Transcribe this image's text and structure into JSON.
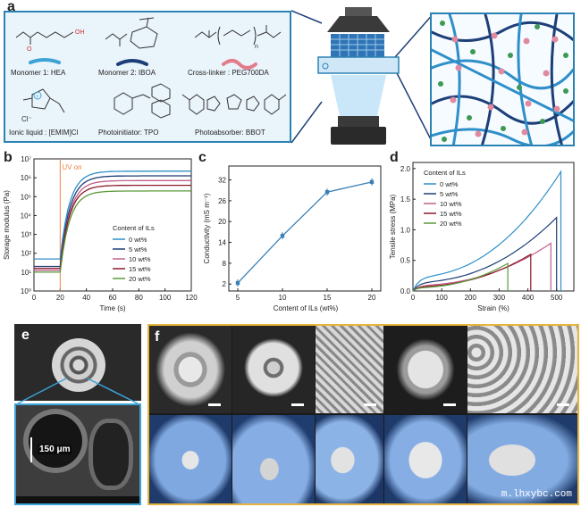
{
  "panels": {
    "a": "a",
    "b": "b",
    "c": "c",
    "d": "d",
    "e": "e",
    "f": "f"
  },
  "panel_a": {
    "monomer1": "Monomer 1: HEA",
    "monomer2": "Monomer 2: IBOA",
    "crosslinker": "Cross-linker : PEG700DA",
    "ionic_liquid": "Ionic liquid : [EMIM]Cl",
    "photoinitiator": "Photoinitiator: TPO",
    "photoabsorber": "Photoabsorber: BBOT",
    "chloride": "Cl⁻",
    "repeat_n": "n"
  },
  "chart_b": {
    "type": "line",
    "ylabel": "Storage modulus (Pa)",
    "xlabel": "Time (s)",
    "annotation": "UV on",
    "legend_title": "Content of ILs",
    "xlim": [
      0,
      120
    ],
    "ylim_log10": [
      0,
      7
    ],
    "x_ticks": [
      "0",
      "20",
      "40",
      "60",
      "80",
      "100",
      "120"
    ],
    "y_ticks": [
      "10⁰",
      "10¹",
      "10²",
      "10³",
      "10⁴",
      "10⁵",
      "10⁶",
      "10⁷"
    ],
    "series": [
      {
        "name": "0 wt%",
        "color": "#2e8fc9",
        "pre": 1.7,
        "plateau": 6.35
      },
      {
        "name": "5 wt%",
        "color": "#1d3f78",
        "pre": 1.3,
        "plateau": 6.1
      },
      {
        "name": "10 wt%",
        "color": "#c0608a",
        "pre": 1.1,
        "plateau": 5.85
      },
      {
        "name": "15 wt%",
        "color": "#8b1a2b",
        "pre": 1.2,
        "plateau": 5.6
      },
      {
        "name": "20 wt%",
        "color": "#5a9a3a",
        "pre": 1.0,
        "plateau": 5.3
      }
    ]
  },
  "chart_c": {
    "type": "line",
    "ylabel": "Conductivity (mS m⁻¹)",
    "xlabel": "Content of ILs   (wt%)",
    "x": [
      5,
      10,
      15,
      20
    ],
    "y": [
      2.3,
      15.9,
      28.5,
      31.4
    ],
    "xlim": [
      4,
      21
    ],
    "ylim": [
      0,
      36
    ],
    "x_ticks": [
      "5",
      "10",
      "15",
      "20"
    ],
    "y_ticks": [
      "2",
      "8",
      "14",
      "20",
      "26",
      "32"
    ],
    "color": "#3a7fb5"
  },
  "chart_d": {
    "type": "line",
    "ylabel": "Tensile stress (MPa)",
    "xlabel": "Strain (%)",
    "legend_title": "Content of ILs",
    "xlim": [
      0,
      560
    ],
    "ylim": [
      0,
      2.1
    ],
    "x_ticks": [
      "0",
      "100",
      "200",
      "300",
      "400",
      "500"
    ],
    "y_ticks": [
      "0.0",
      "0.5",
      "1.0",
      "1.5",
      "2.0"
    ],
    "series": [
      {
        "name": "0 wt%",
        "color": "#2e8fc9",
        "break_strain": 515,
        "max_stress": 1.95
      },
      {
        "name": "5 wt%",
        "color": "#1d3f78",
        "break_strain": 500,
        "max_stress": 1.2
      },
      {
        "name": "10 wt%",
        "color": "#c0608a",
        "break_strain": 480,
        "max_stress": 0.78
      },
      {
        "name": "15 wt%",
        "color": "#8b1a2b",
        "break_strain": 410,
        "max_stress": 0.6
      },
      {
        "name": "20 wt%",
        "color": "#5a9a3a",
        "break_strain": 330,
        "max_stress": 0.45
      }
    ]
  },
  "panel_e": {
    "scale_label": "150 μm"
  },
  "watermark": "m.lhxybc.com"
}
